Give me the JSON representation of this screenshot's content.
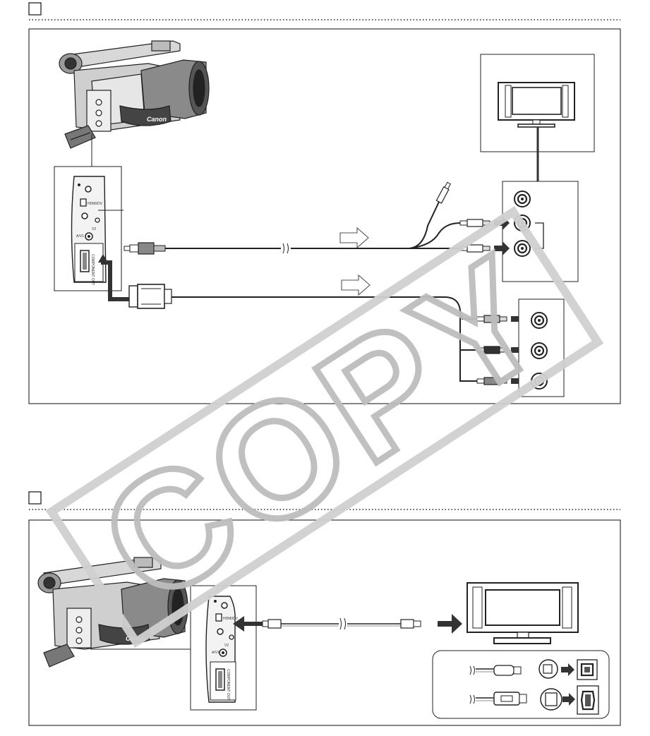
{
  "watermark": {
    "text": "COPY",
    "color": "#c9c9c9"
  },
  "brand": {
    "camera_logo": "Canon"
  },
  "jack_labels": {
    "hdmi": "HDMI/DV",
    "av_out": "A/V1",
    "video_out": "V2",
    "component": "COMPONENT OUT"
  },
  "colors": {
    "line": "#2a2a2a",
    "arrow_outline": "#555555",
    "cable_fill": "#e8e8e8"
  },
  "sections": [
    {
      "id": "analog-connection",
      "checkbox": ""
    },
    {
      "id": "digital-connection",
      "checkbox": ""
    }
  ]
}
